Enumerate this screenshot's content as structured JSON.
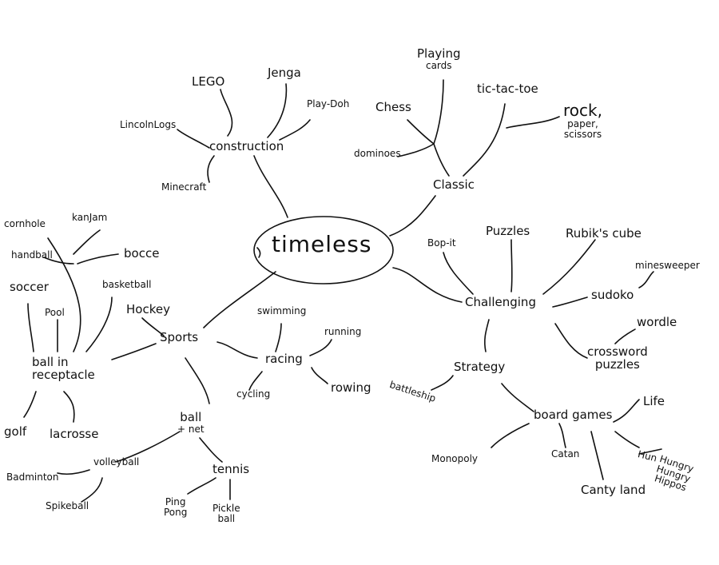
{
  "center": "timeless",
  "branches": {
    "construction": {
      "label": "construction",
      "items": [
        "LincolnLogs",
        "LEGO",
        "Jenga",
        "Play-Doh",
        "Minecraft"
      ]
    },
    "classic": {
      "label": "Classic",
      "items": [
        "Playing",
        "cards",
        "Chess",
        "dominoes",
        "tic-tac-toe",
        "rock,",
        "paper,",
        "scissors"
      ]
    },
    "challenging": {
      "label": "Challenging",
      "items": [
        "Bop-it",
        "Puzzles",
        "Rubik's cube",
        "minesweeper",
        "sudoko",
        "wordle",
        "crossword",
        "puzzles"
      ]
    },
    "strategy": {
      "label": "Strategy",
      "items": [
        "battleship"
      ]
    },
    "board_games": {
      "label": "board games",
      "items": [
        "Life",
        "Monopoly",
        "Catan",
        "Canty land",
        "Hungry",
        "Hungry",
        "Hippos"
      ],
      "struck_word": "Hun"
    },
    "sports": {
      "label": "Sports",
      "items": [
        "Hockey"
      ]
    },
    "ball_in_receptacle": {
      "label_line1": "ball in",
      "label_line2": "receptacle",
      "items": [
        "cornhole",
        "kanJam",
        "handball",
        "bocce",
        "soccer",
        "basketball",
        "Pool",
        "golf",
        "lacrosse"
      ]
    },
    "racing": {
      "label": "racing",
      "items": [
        "swimming",
        "running",
        "cycling",
        "rowing"
      ]
    },
    "ball_net": {
      "label_line1": "ball",
      "label_line2": "+ net",
      "items": [
        "Badminton",
        "volleyball",
        "Spikeball"
      ]
    },
    "tennis": {
      "label": "tennis",
      "items": [
        "Ping",
        "Pong",
        "Pickle",
        "ball"
      ]
    }
  }
}
